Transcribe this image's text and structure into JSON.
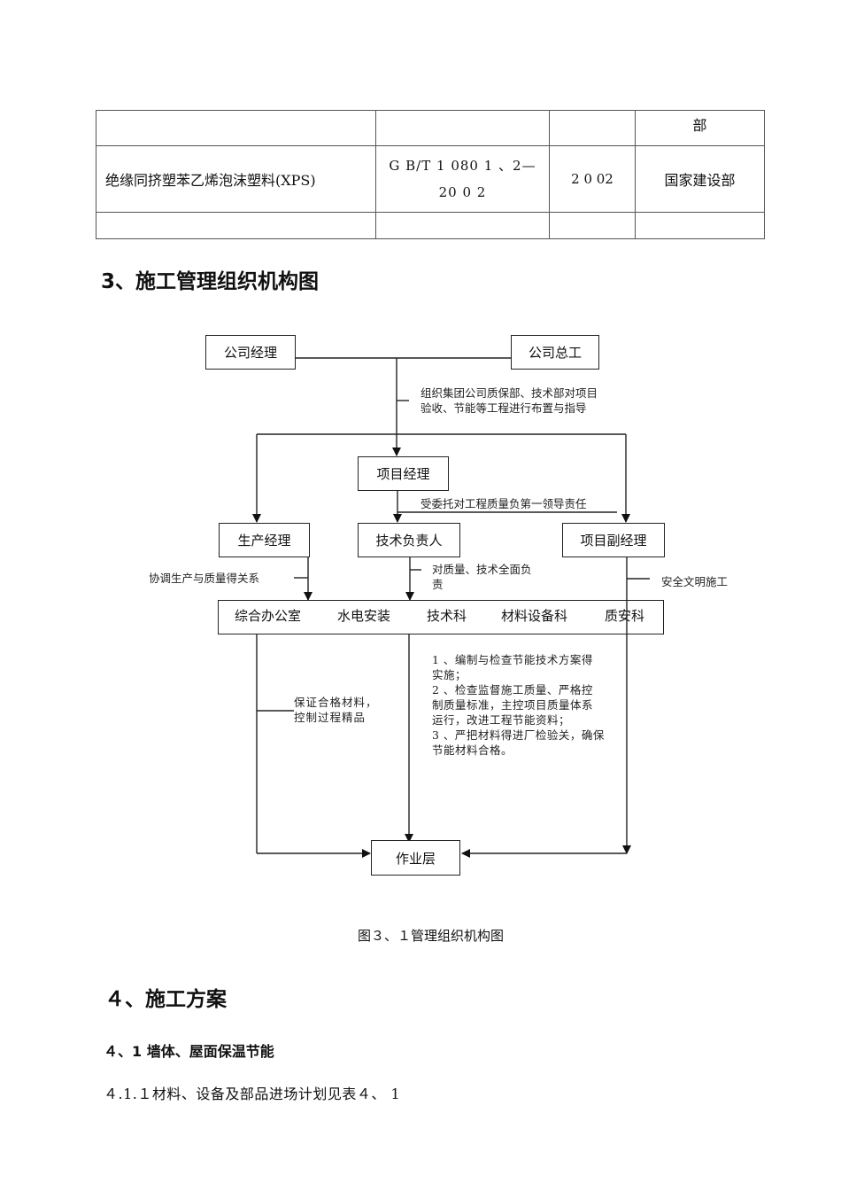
{
  "table": {
    "rows": [
      {
        "name": "",
        "standard": "",
        "year": "",
        "issuer": "部"
      },
      {
        "name": "绝缘同挤塑苯乙烯泡沫塑料(XPS)",
        "standard_line1": "G B/T 1 080 1 、2—",
        "standard_line2": "20 0 2",
        "year": "2 0 02",
        "issuer": "国家建设部"
      },
      {
        "name": "",
        "standard": "",
        "year": "",
        "issuer": ""
      }
    ]
  },
  "section3": {
    "heading": "3、施工管理组织机构图"
  },
  "orgchart": {
    "nodes": {
      "company_manager": "公司经理",
      "company_chief_engineer": "公司总工",
      "project_manager": "项目经理",
      "production_manager": "生产经理",
      "technical_lead": "技术负责人",
      "deputy_project_manager": "项目副经理",
      "work_layer": "作业层"
    },
    "departments": [
      "综合办公室",
      "水电安装",
      "技术科",
      "材料设备科",
      "质安科"
    ],
    "notes": {
      "company_note_1": "组织集团公司质保部、技术部对项目",
      "company_note_2": "验收、节能等工程进行布置与指导",
      "project_manager_note": "受委托对工程质量负第一领导责任",
      "production_note": "协调生产与质量得关系",
      "technical_note_1": "对质量、技术全面负",
      "technical_note_2": "责",
      "deputy_note": "安全文明施工",
      "office_note_1": "保证合格材料，",
      "office_note_2": "控制过程精品",
      "tech_dept_notes": [
        "1 、编制与检查节能技术方案得",
        "实施；",
        "2 、检查监督施工质量、严格控",
        "制质量标准，主控项目质量体系",
        "运行，改进工程节能资料；",
        "3 、严把材料得进厂检验关，确保",
        "节能材料合格。"
      ]
    },
    "caption": "图３、１管理组织机构图"
  },
  "section4": {
    "heading": "４、施工方案",
    "subheading": "４、1 墙体、屋面保温节能",
    "paragraph": "４.1.１材料、设备及部品进场计划见表４、 1"
  }
}
